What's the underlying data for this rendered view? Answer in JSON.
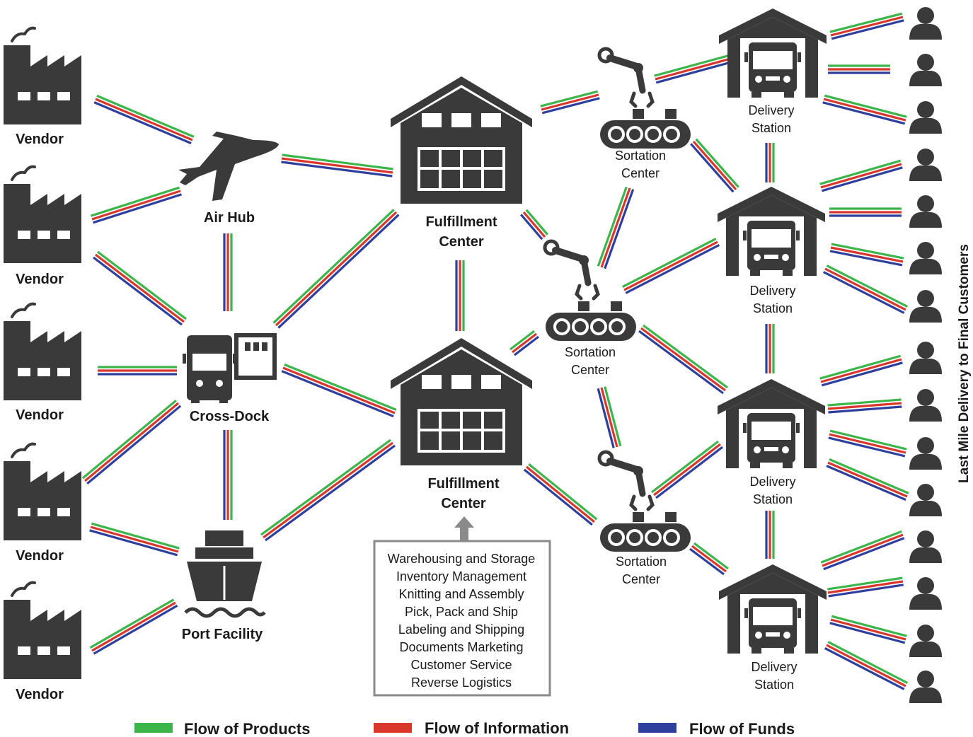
{
  "colors": {
    "products": "#3cb54a",
    "information": "#d9362c",
    "funds": "#2e3f9e",
    "icon": "#3a3a3a",
    "box_border": "#8a8a8a"
  },
  "labels": {
    "vendor": "Vendor",
    "air_hub": "Air Hub",
    "cross_dock": "Cross-Dock",
    "port_facility": "Port Facility",
    "fulfillment_1": "Fulfillment",
    "fulfillment_2": "Center",
    "sortation_1": "Sortation",
    "sortation_2": "Center",
    "delivery_1": "Delivery",
    "delivery_2": "Station",
    "last_mile": "Last Mile Delivery to Final Customers"
  },
  "services": [
    "Warehousing and Storage",
    "Inventory Management",
    "Knitting and Assembly",
    "Pick, Pack and Ship",
    "Labeling and Shipping",
    "Documents Marketing",
    "Customer Service",
    "Reverse Logistics"
  ],
  "legend": [
    {
      "label": "Flow of Products",
      "color": "#3cb54a"
    },
    {
      "label": "Flow of Information",
      "color": "#d9362c"
    },
    {
      "label": "Flow of Funds",
      "color": "#2e3f9e"
    }
  ],
  "icons": {
    "vendor": "factory-icon",
    "air_hub": "airplane-icon",
    "cross_dock": "cross-dock-truck-icon",
    "port_facility": "cargo-ship-icon",
    "fulfillment": "warehouse-icon",
    "sortation": "robotic-conveyor-icon",
    "delivery": "garage-truck-icon",
    "customer": "person-icon"
  }
}
